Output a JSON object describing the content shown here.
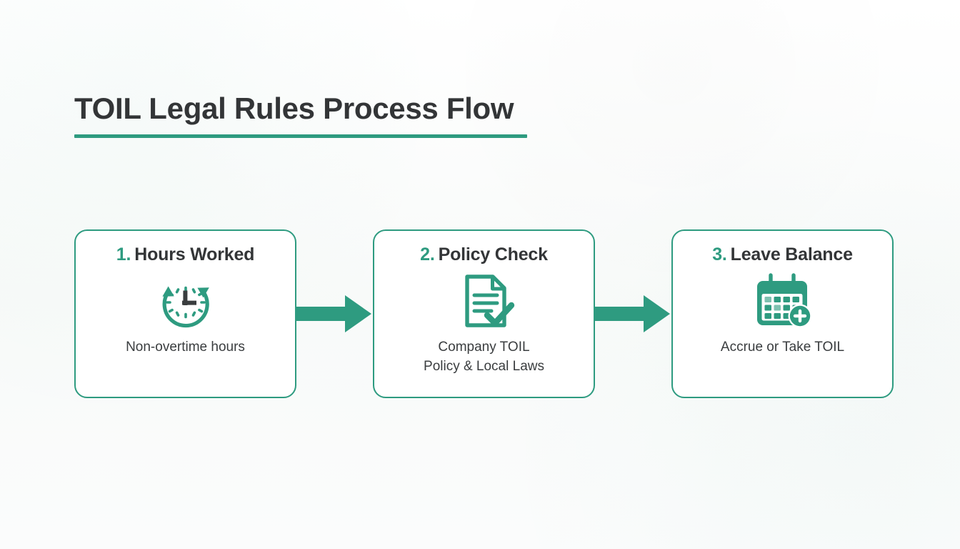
{
  "page": {
    "title": "TOIL Legal Rules Process Flow",
    "background_color": "#fafbfb",
    "accent_color": "#2e9b80",
    "text_color": "#333537"
  },
  "flow": {
    "steps": [
      {
        "number": "1.",
        "title": "Hours Worked",
        "caption": "Non-overtime hours",
        "icon": "clock-refresh-icon"
      },
      {
        "number": "2.",
        "title": "Policy Check",
        "caption": "Company TOIL\nPolicy & Local Laws",
        "icon": "document-check-icon"
      },
      {
        "number": "3.",
        "title": "Leave Balance",
        "caption": "Accrue or Take TOIL",
        "icon": "calendar-plus-icon"
      }
    ],
    "connectors": [
      {
        "icon": "arrow-right-icon"
      },
      {
        "icon": "arrow-right-icon"
      }
    ]
  }
}
